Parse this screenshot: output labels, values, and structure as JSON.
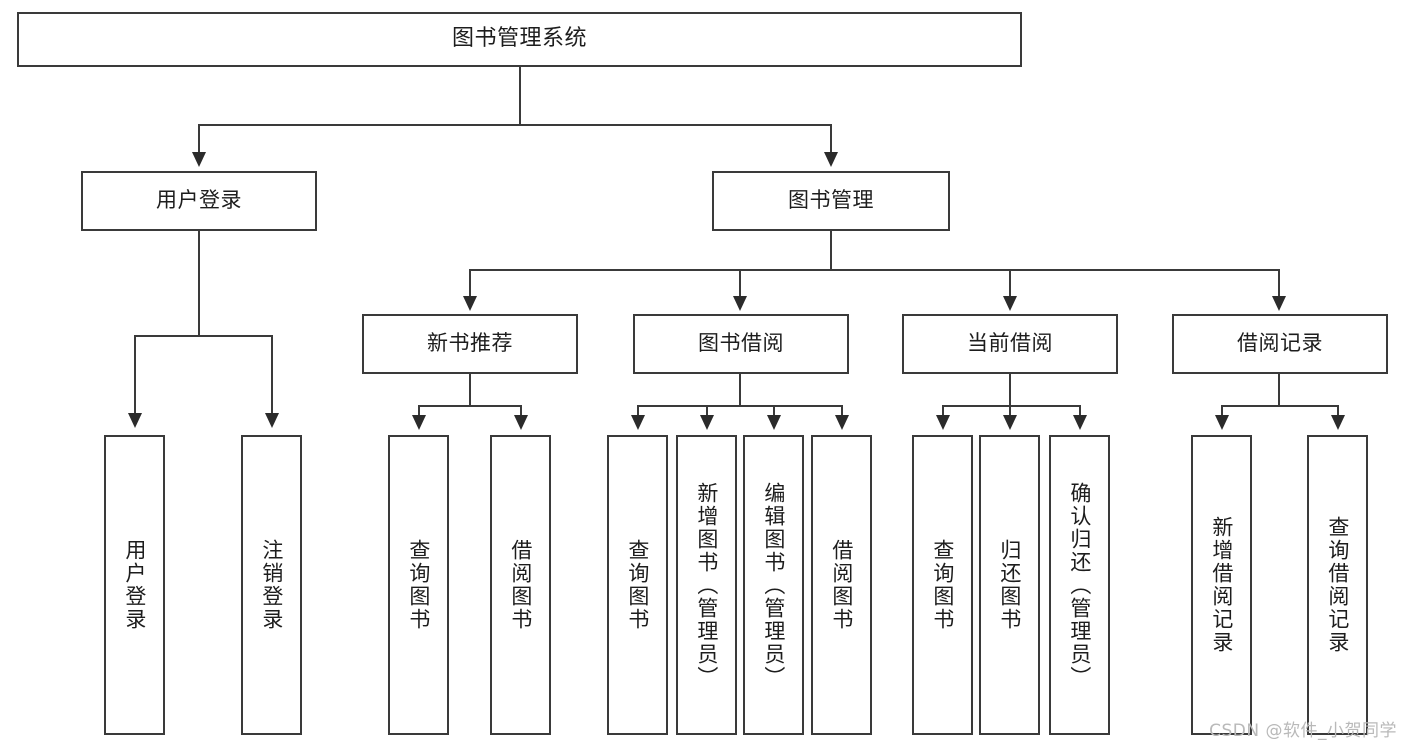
{
  "diagram": {
    "title": "图书管理系统",
    "type": "tree-hierarchy-chart",
    "watermark": "CSDN @软件_小贺同学",
    "colors": {
      "box_border": "#3a3a3a",
      "line": "#3a3a3a",
      "arrow": "#2b2b2b",
      "text": "#1d1d1d",
      "background": "#ffffff",
      "watermark_text": "#b9b9b9"
    },
    "root": {
      "label": "图书管理系统"
    },
    "level2": [
      {
        "label": "用户登录"
      },
      {
        "label": "图书管理"
      }
    ],
    "level3": [
      {
        "label": "新书推荐"
      },
      {
        "label": "图书借阅"
      },
      {
        "label": "当前借阅"
      },
      {
        "label": "借阅记录"
      }
    ],
    "leaves": {
      "user_login": [
        {
          "label": "用户登录"
        },
        {
          "label": "注销登录"
        }
      ],
      "new_book_recommend": [
        {
          "label": "查询图书"
        },
        {
          "label": "借阅图书"
        }
      ],
      "book_borrow": [
        {
          "label": "查询图书"
        },
        {
          "label": "新增图书（管理员）"
        },
        {
          "label": "编辑图书（管理员）"
        },
        {
          "label": "借阅图书"
        }
      ],
      "current_borrow": [
        {
          "label": "查询图书"
        },
        {
          "label": "归还图书"
        },
        {
          "label": "确认归还（管理员）"
        }
      ],
      "borrow_record": [
        {
          "label": "新增借阅记录"
        },
        {
          "label": "查询借阅记录"
        }
      ]
    }
  }
}
